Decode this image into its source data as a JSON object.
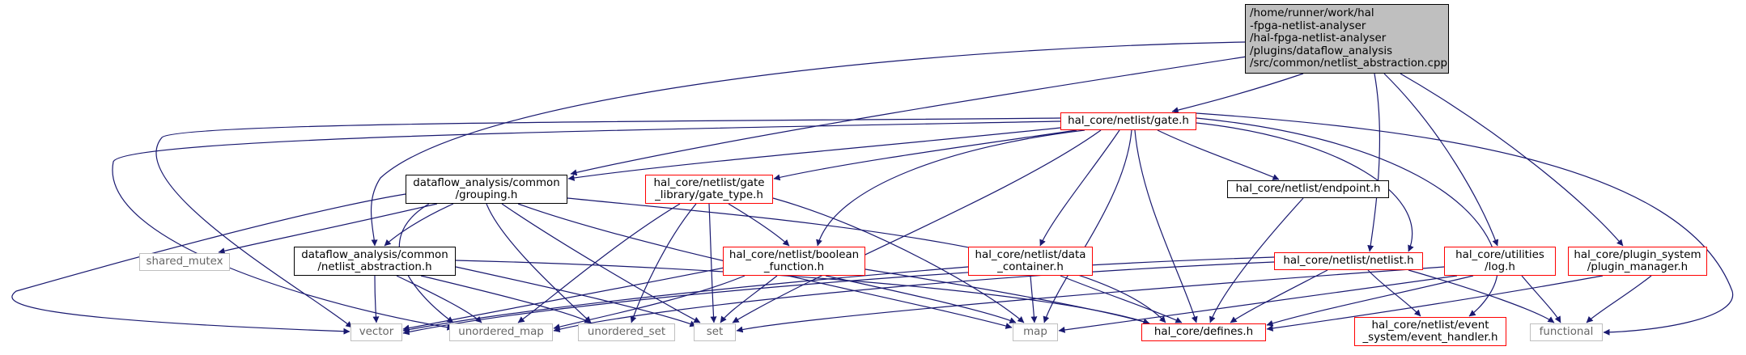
{
  "nodes": {
    "root": {
      "lines": [
        "/home/runner/work/hal",
        "-fpga-netlist-analyser",
        "/hal-fpga-netlist-analyser",
        "/plugins/dataflow_analysis",
        "/src/common/netlist_abstraction.cpp"
      ]
    },
    "gate": {
      "lines": [
        "hal_core/netlist/gate.h"
      ]
    },
    "grouping": {
      "lines": [
        "dataflow_analysis/common",
        "/grouping.h"
      ]
    },
    "gate_type": {
      "lines": [
        "hal_core/netlist/gate",
        "_library/gate_type.h"
      ]
    },
    "endpoint": {
      "lines": [
        "hal_core/netlist/endpoint.h"
      ]
    },
    "shared_mutex": {
      "lines": [
        "shared_mutex"
      ]
    },
    "netlist_abstraction": {
      "lines": [
        "dataflow_analysis/common",
        "/netlist_abstraction.h"
      ]
    },
    "boolean_function": {
      "lines": [
        "hal_core/netlist/boolean",
        "_function.h"
      ]
    },
    "data_container": {
      "lines": [
        "hal_core/netlist/data",
        "_container.h"
      ]
    },
    "netlist": {
      "lines": [
        "hal_core/netlist/netlist.h"
      ]
    },
    "log": {
      "lines": [
        "hal_core/utilities",
        "/log.h"
      ]
    },
    "plugin_manager": {
      "lines": [
        "hal_core/plugin_system",
        "/plugin_manager.h"
      ]
    },
    "vector": {
      "lines": [
        "vector"
      ]
    },
    "unordered_map": {
      "lines": [
        "unordered_map"
      ]
    },
    "unordered_set": {
      "lines": [
        "unordered_set"
      ]
    },
    "set": {
      "lines": [
        "set"
      ]
    },
    "map": {
      "lines": [
        "map"
      ]
    },
    "defines": {
      "lines": [
        "hal_core/defines.h"
      ]
    },
    "event_handler": {
      "lines": [
        "hal_core/netlist/event",
        "_system/event_handler.h"
      ]
    },
    "functional": {
      "lines": [
        "functional"
      ]
    }
  },
  "colors": {
    "edge": "#191970",
    "root_fill": "#bfbfbf",
    "highlight_border": "#ff0000",
    "normal_border": "#000000",
    "system_border": "#bfbfbf",
    "system_text": "#666666"
  }
}
